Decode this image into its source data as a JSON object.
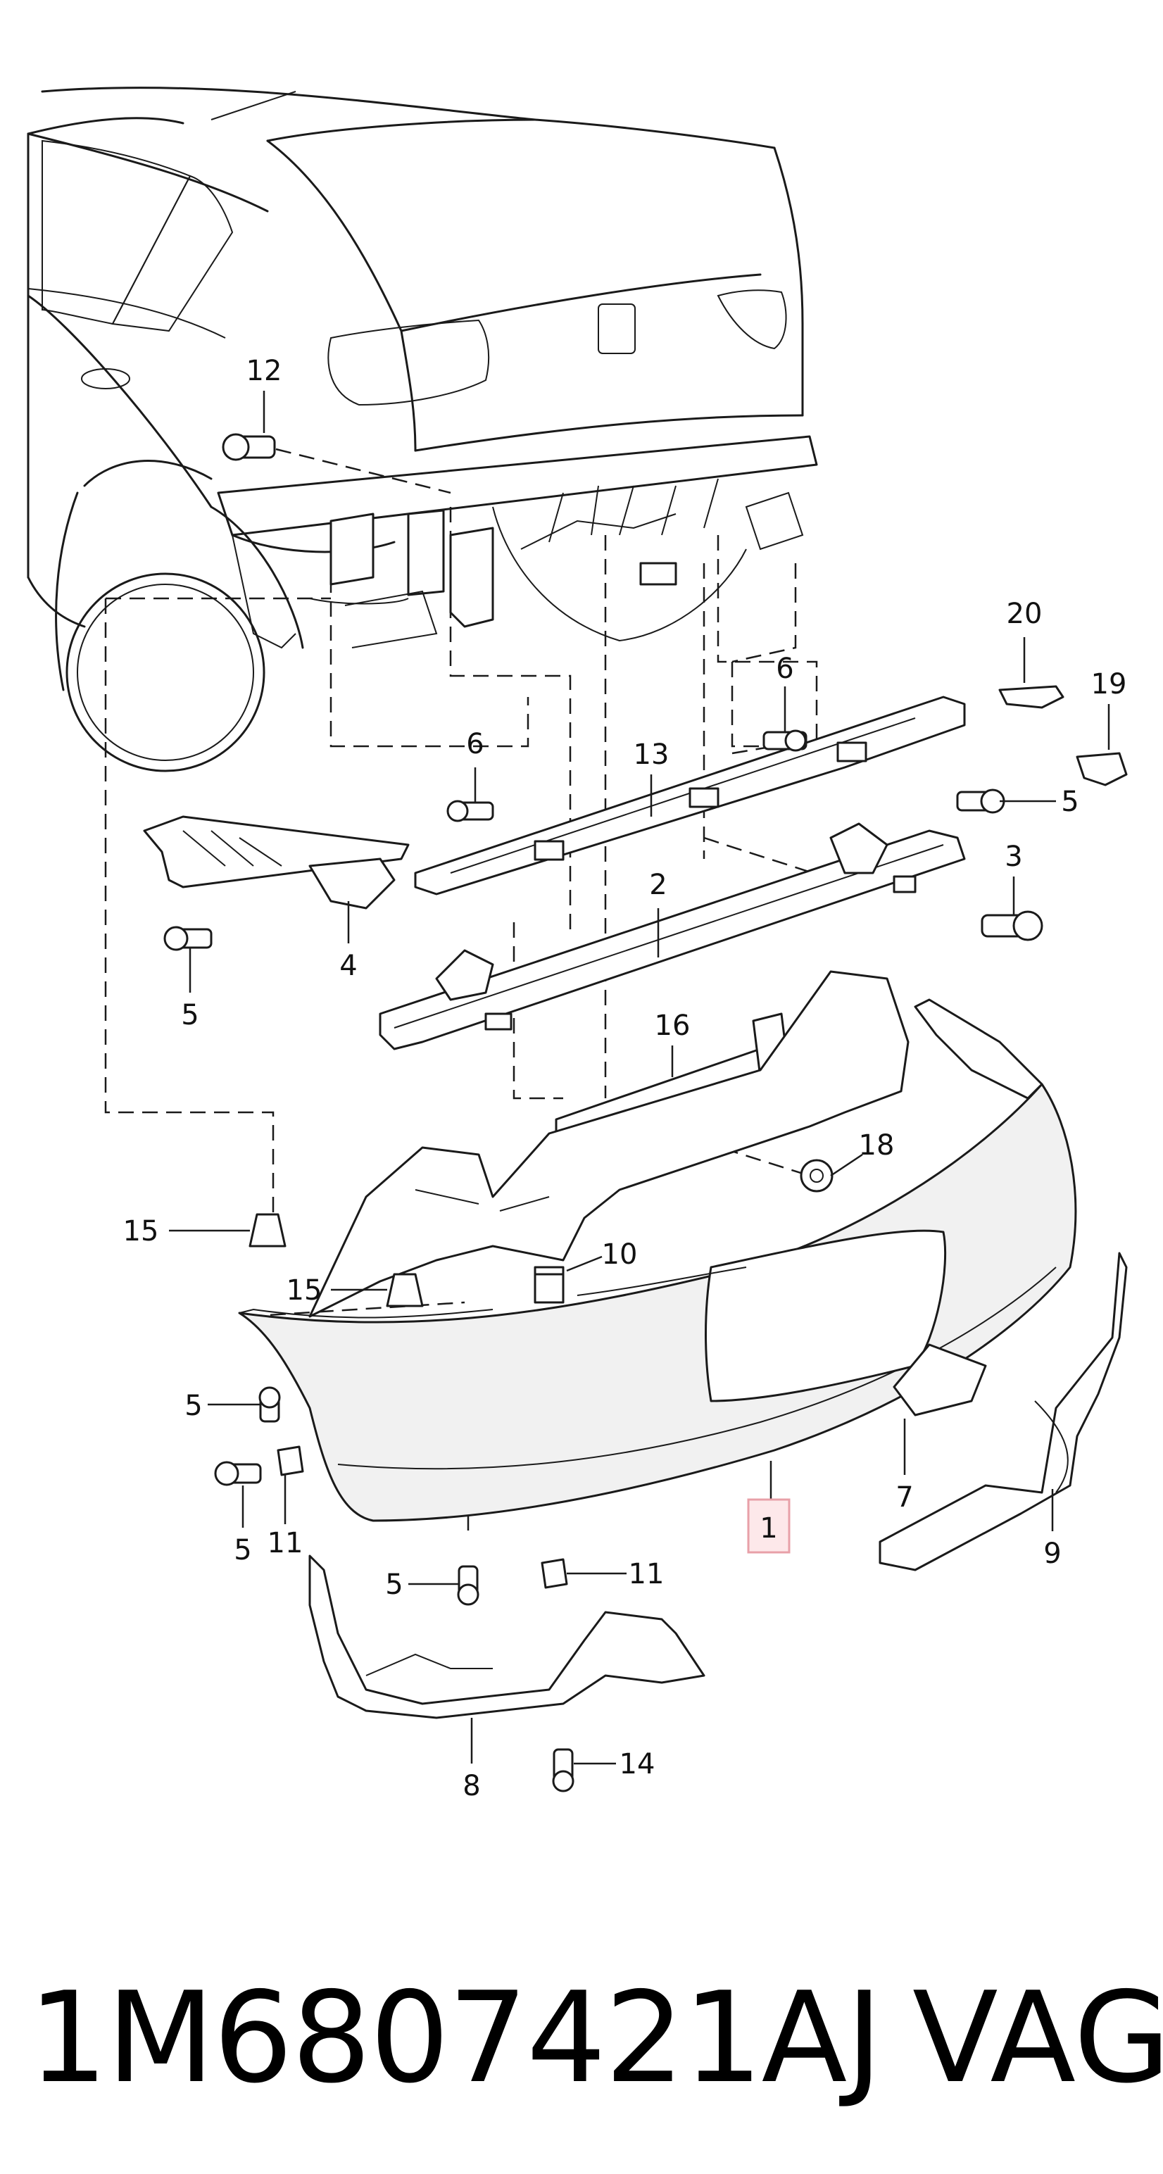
{
  "diagram": {
    "callouts": {
      "c1": "1",
      "c2": "2",
      "c3": "3",
      "c4": "4",
      "c5a": "5",
      "c5b": "5",
      "c5c": "5",
      "c5d": "5",
      "c5e": "5",
      "c6a": "6",
      "c6b": "6",
      "c7": "7",
      "c8": "8",
      "c9": "9",
      "c10": "10",
      "c11a": "11",
      "c11b": "11",
      "c12": "12",
      "c13": "13",
      "c14": "14",
      "c15a": "15",
      "c15b": "15",
      "c16": "16",
      "c18": "18",
      "c19": "19",
      "c20": "20"
    },
    "highlight_color": "#e8a0a8"
  },
  "caption": {
    "part_number": "1M6807421AJ",
    "brand": "VAG"
  }
}
